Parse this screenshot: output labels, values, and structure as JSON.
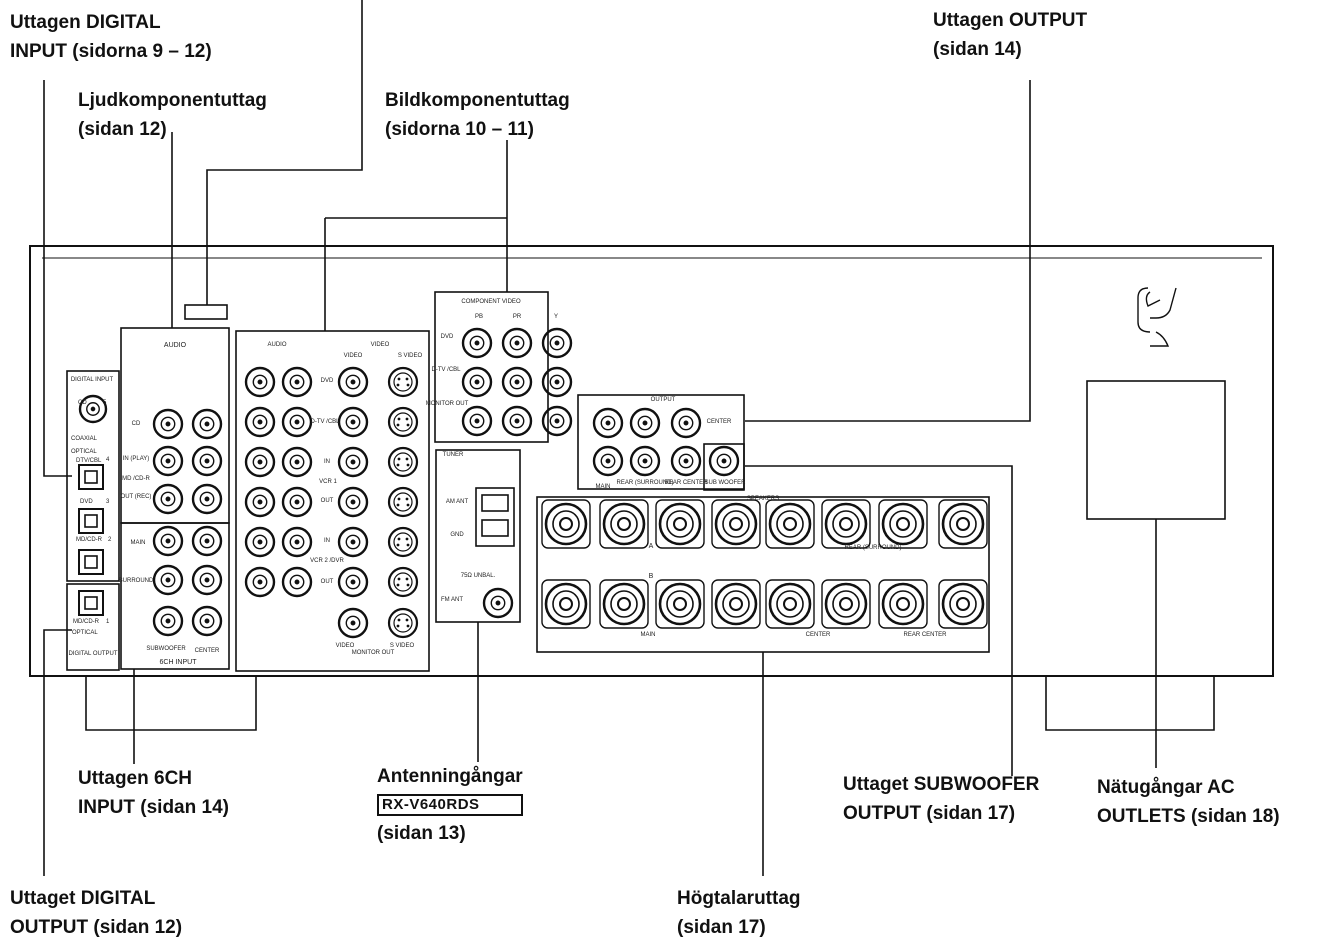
{
  "callouts": {
    "digital_input": {
      "line1": "Uttagen DIGITAL",
      "line2": "INPUT (sidorna 9 – 12)"
    },
    "audio_comp": {
      "line1": "Ljudkomponentuttag",
      "line2": "(sidan 12)"
    },
    "video_comp": {
      "line1": "Bildkomponentuttag",
      "line2": "(sidorna 10 – 11)"
    },
    "output": {
      "line1": "Uttagen OUTPUT",
      "line2": "(sidan 14)"
    },
    "six_ch": {
      "line1": "Uttagen 6CH",
      "line2": "INPUT (sidan 14)"
    },
    "antenna": {
      "line1": "Antenningångar",
      "model": "RX-V640RDS",
      "line2": "(sidan 13)"
    },
    "subwoofer": {
      "line1": "Uttaget SUBWOOFER",
      "line2": "OUTPUT (sidan 17)"
    },
    "ac_outlets": {
      "line1": "Nätugångar AC",
      "line2": "OUTLETS (sidan 18)"
    },
    "digital_output": {
      "line1": "Uttaget DIGITAL",
      "line2": "OUTPUT (sidan 12)"
    },
    "speakers": {
      "line1": "Högtalaruttag",
      "line2": "(sidan 17)"
    }
  },
  "panel": {
    "audio_header": "AUDIO",
    "digital_input": "DIGITAL INPUT",
    "cd": "CD",
    "coaxial": "COAXIAL",
    "optical": "OPTICAL",
    "dtv_cbl": "DTV/CBL",
    "dvd": "DVD",
    "md_cdr": "MD/CD-R",
    "num5": "5",
    "num4": "4",
    "num3": "3",
    "num2": "2",
    "num1": "1",
    "in_play": "IN (PLAY)",
    "md_cdr2": "MD /CD-R",
    "out_rec": "OUT (REC)",
    "main": "MAIN",
    "surround": "SURROUND",
    "subwoofer": "SUBWOOFER",
    "center": "CENTER",
    "six_ch_input": "6CH INPUT",
    "digital_output": "DIGITAL OUTPUT",
    "av_audio": "AUDIO",
    "av_video": "VIDEO",
    "video": "VIDEO",
    "s_video": "S VIDEO",
    "av_dvd": "DVD",
    "av_dtv": "D-TV /CBL",
    "av_in": "IN",
    "vcr1": "VCR 1",
    "av_out": "OUT",
    "vcr2": "VCR 2 /DVR",
    "monitor_out": "MONITOR OUT",
    "component_video": "COMPONENT VIDEO",
    "pb": "PB",
    "pr": "PR",
    "y": "Y",
    "cv_dvd": "DVD",
    "cv_dtv": "D-TV /CBL",
    "cv_monitor": "MONITOR OUT",
    "tuner": "TUNER",
    "am_ant": "AM ANT",
    "gnd": "GND",
    "unbal": "75Ω UNBAL.",
    "fm_ant": "FM ANT",
    "output": "OUTPUT",
    "out_center": "CENTER",
    "out_main": "MAIN",
    "rear_surround": "REAR (SURROUND)",
    "rear_center": "REAR CENTER",
    "sub_woofer": "SUB WOOFER",
    "speakers": "SPEAKERS",
    "row_a": "A",
    "row_b": "B",
    "rear_surr2": "REAR (SURROUND)",
    "sp_main": "MAIN",
    "sp_center": "CENTER",
    "sp_rear_center": "REAR CENTER"
  }
}
